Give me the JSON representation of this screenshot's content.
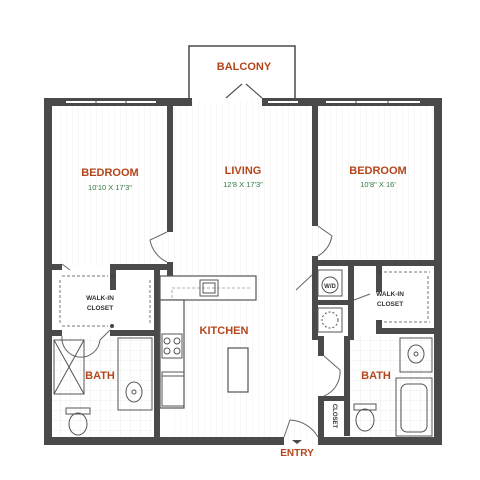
{
  "colors": {
    "wall": "#4a4a4a",
    "room_label": "#b5451b",
    "dimension": "#2f7a3f",
    "fixture": "#555555",
    "floor_pattern": "#eeeeee"
  },
  "rooms": {
    "balcony": "BALCONY",
    "bedroom_left": "BEDROOM",
    "bedroom_left_dim": "10'10 X 17'3\"",
    "living": "LIVING",
    "living_dim": "12'8 X 17'3\"",
    "bedroom_right": "BEDROOM",
    "bedroom_right_dim": "10'8\" X 16'",
    "walkin_left_1": "WALK-IN",
    "walkin_left_2": "CLOSET",
    "walkin_right_1": "WALK-IN",
    "walkin_right_2": "CLOSET",
    "washer_dryer": "W/D",
    "kitchen": "KITCHEN",
    "bath_left": "BATH",
    "bath_right": "BATH",
    "closet": "CLOSET",
    "entry": "ENTRY"
  }
}
